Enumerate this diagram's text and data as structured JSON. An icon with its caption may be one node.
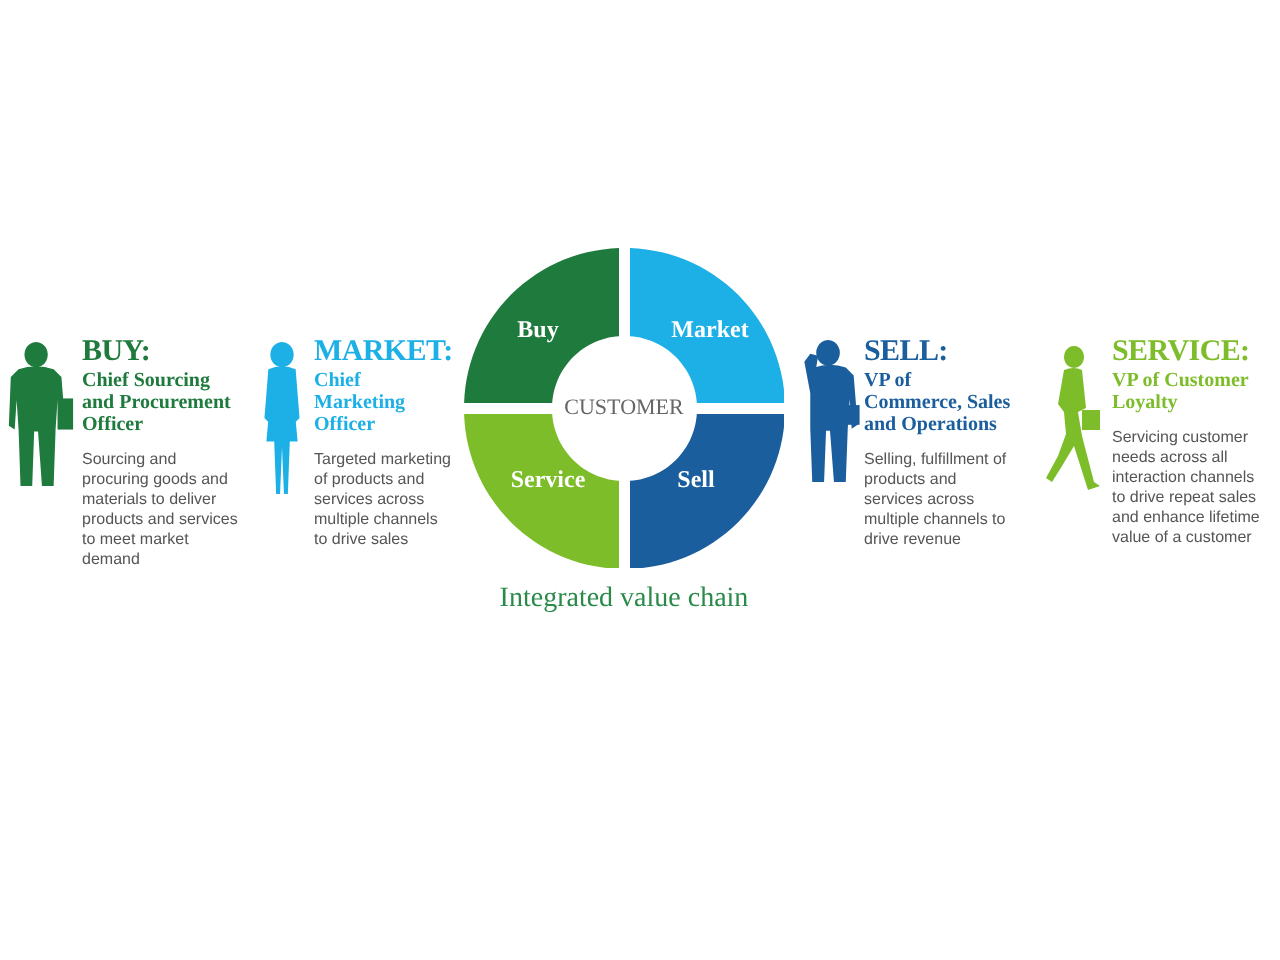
{
  "diagram": {
    "caption": "Integrated value chain",
    "nodes": [
      {
        "text": [
          "Buy"
        ]
      },
      {
        "text": [
          "Market"
        ]
      },
      {
        "text": [
          "CUSTOMER"
        ]
      },
      {
        "text": [
          "Service"
        ]
      },
      {
        "text": [
          "Sell"
        ]
      }
    ],
    "labels": [
      "BUY:",
      "Chief Sourcing and Procurement Officer",
      "Sourcing and procuring goods and materials to deliver products and services to meet market demand",
      "MARKET:",
      "Chief Marketing Officer",
      "Targeted marketing of products and services across multiple channels to drive sales",
      "SELL:",
      "VP of Commerce, Sales and Operations",
      "Selling, fulfillment of products and services across multiple channels to drive revenue",
      "SERVICE:",
      "VP of Customer Loyalty",
      "Servicing customer needs across all interaction channels to drive repeat sales and enhance lifetime value of a customer"
    ]
  }
}
